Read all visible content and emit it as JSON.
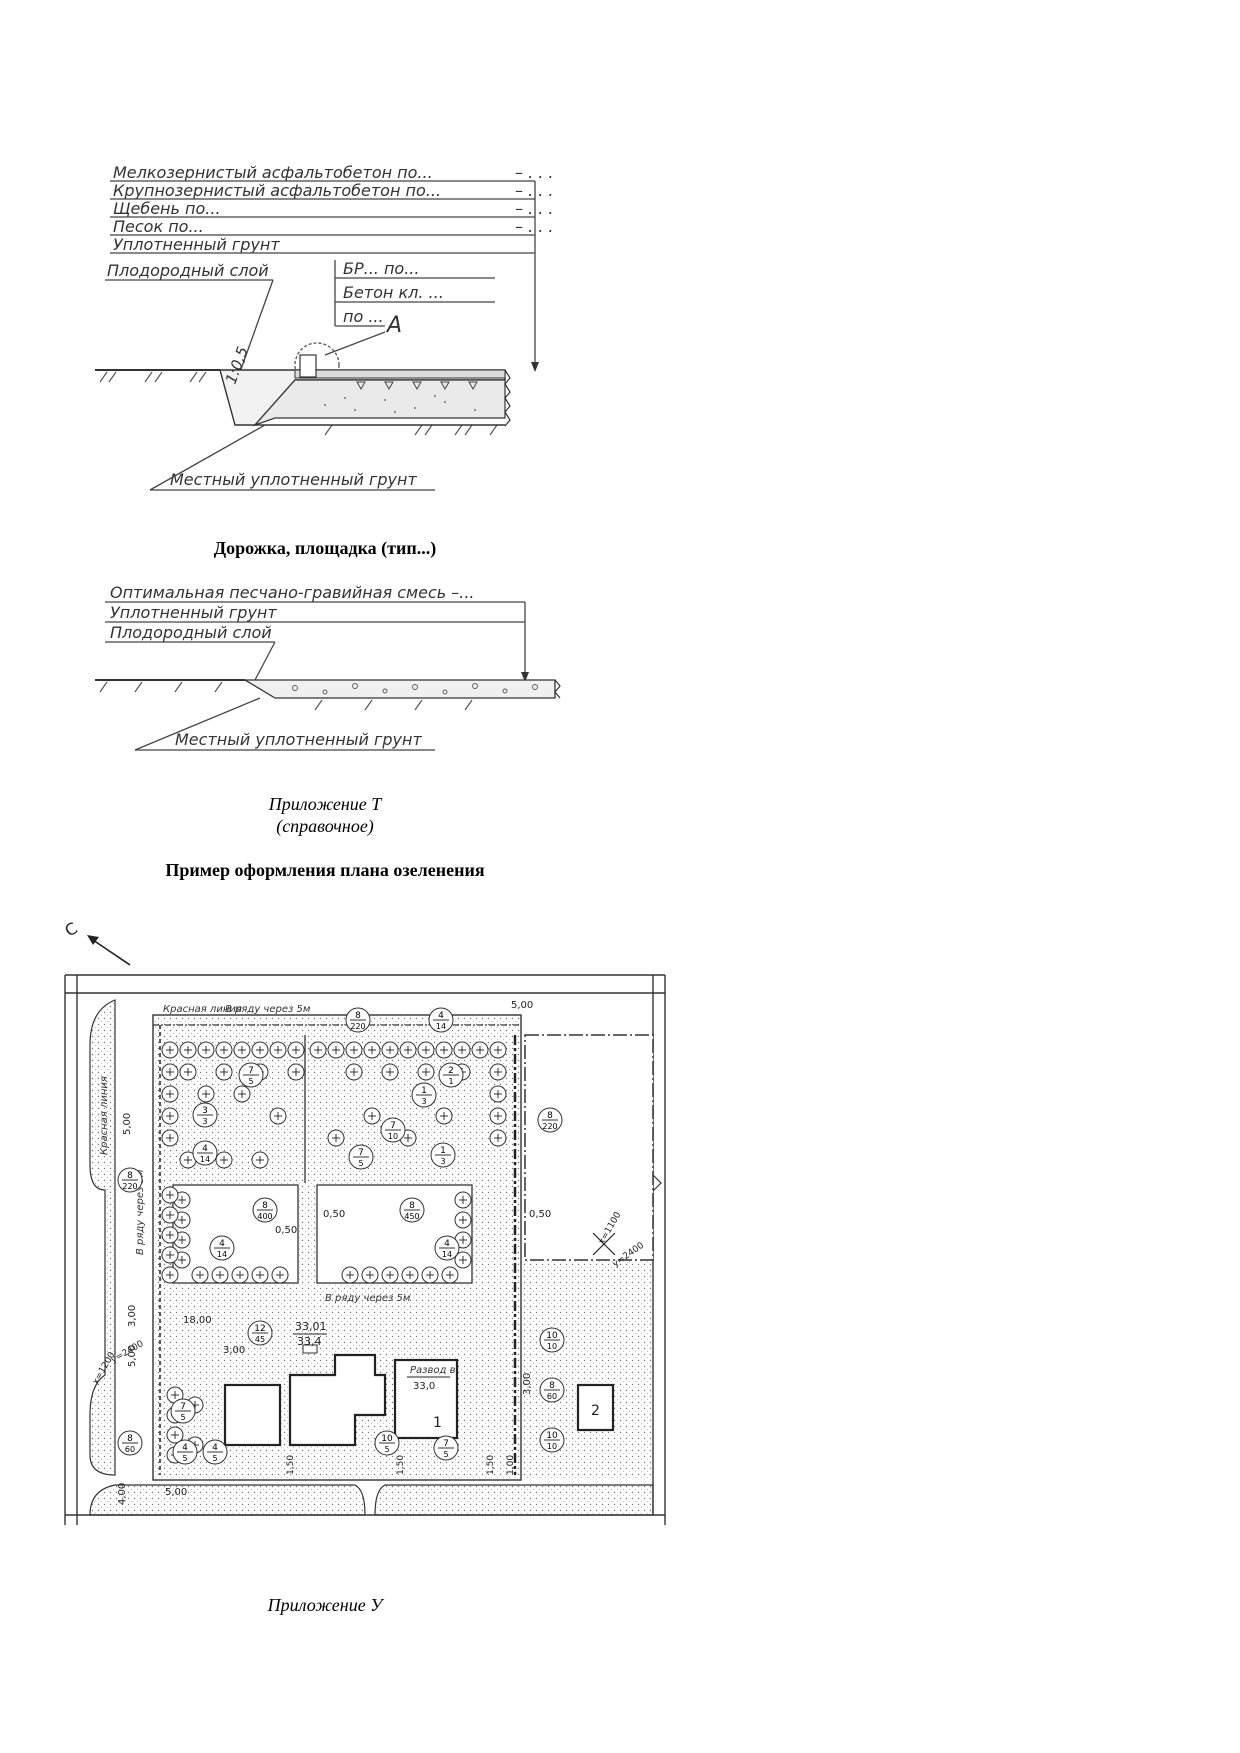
{
  "figure1": {
    "layers": [
      {
        "label": "Мелкозернистый асфальтобетон по...",
        "dash": "– . . ."
      },
      {
        "label": "Крупнозернистый асфальтобетон по...",
        "dash": "– . . ."
      },
      {
        "label": "Щебень по...",
        "dash": "– . . ."
      },
      {
        "label": "Песок по...",
        "dash": "– . . ."
      },
      {
        "label": "Уплотненный грунт",
        "dash": ""
      }
    ],
    "fertile_layer": "Плодородный слой",
    "curb_labels": [
      "БР... по...",
      "Бетон кл. ...",
      "по ..."
    ],
    "detail_marker": "А",
    "slope": "1:0,5",
    "local_soil": "Местный уплотненный грунт"
  },
  "caption1": "Дорожка, площадка (тип...)",
  "figure2": {
    "layers": [
      {
        "label": "Оптимальная песчано-гравийная смесь –..."
      },
      {
        "label": "Уплотненный грунт"
      },
      {
        "label": "Плодородный слой"
      }
    ],
    "local_soil": "Местный уплотненный грунт"
  },
  "appendix_t": {
    "title": "Приложение Т",
    "note": "(справочное)"
  },
  "plan_title": "Пример оформления плана озеленения",
  "plan": {
    "north": "С",
    "red_line_top": "Красная линия",
    "red_line_left": "Красная линия",
    "row_top": "В ряду через 5м",
    "row_left": "В ряду через 5м",
    "row_mid": "В ряду через 5м",
    "dims": [
      "5,00",
      "5,00",
      "0,50",
      "0,50",
      "0,50",
      "3,00",
      "5,00",
      "18,00",
      "3,00",
      "3,00",
      "4,00",
      "5,00",
      "1,50",
      "1,50",
      "1,50",
      "1,00"
    ],
    "coords": [
      "x=1100",
      "y=2400",
      "y=2400",
      "x=1200"
    ],
    "markers": [
      {
        "top": "8",
        "bottom": "220"
      },
      {
        "top": "4",
        "bottom": "14"
      },
      {
        "top": "7",
        "bottom": "5"
      },
      {
        "top": "2",
        "bottom": "1"
      },
      {
        "top": "3",
        "bottom": "3"
      },
      {
        "top": "1",
        "bottom": "3"
      },
      {
        "top": "7",
        "bottom": "10"
      },
      {
        "top": "4",
        "bottom": "14"
      },
      {
        "top": "1",
        "bottom": "3"
      },
      {
        "top": "7",
        "bottom": "5"
      },
      {
        "top": "8",
        "bottom": "220"
      },
      {
        "top": "8",
        "bottom": "220"
      },
      {
        "top": "8",
        "bottom": "400"
      },
      {
        "top": "8",
        "bottom": "450"
      },
      {
        "top": "4",
        "bottom": "14"
      },
      {
        "top": "4",
        "bottom": "14"
      },
      {
        "top": "12",
        "bottom": "45"
      },
      {
        "top": "10",
        "bottom": "10"
      },
      {
        "top": "8",
        "bottom": "60"
      },
      {
        "top": "10",
        "bottom": "10"
      },
      {
        "top": "7",
        "bottom": "5"
      },
      {
        "top": "4",
        "bottom": "5"
      },
      {
        "top": "4",
        "bottom": "5"
      },
      {
        "top": "10",
        "bottom": "5"
      },
      {
        "top": "7",
        "bottom": "5"
      },
      {
        "top": "8",
        "bottom": "60"
      }
    ],
    "elev_main": {
      "top": "33,01",
      "bottom": "33,4"
    },
    "elev_entry": {
      "label": "Развод в",
      "value": "33,0"
    },
    "building_1": "1",
    "building_2": "2"
  },
  "appendix_u": {
    "title": "Приложение У"
  }
}
